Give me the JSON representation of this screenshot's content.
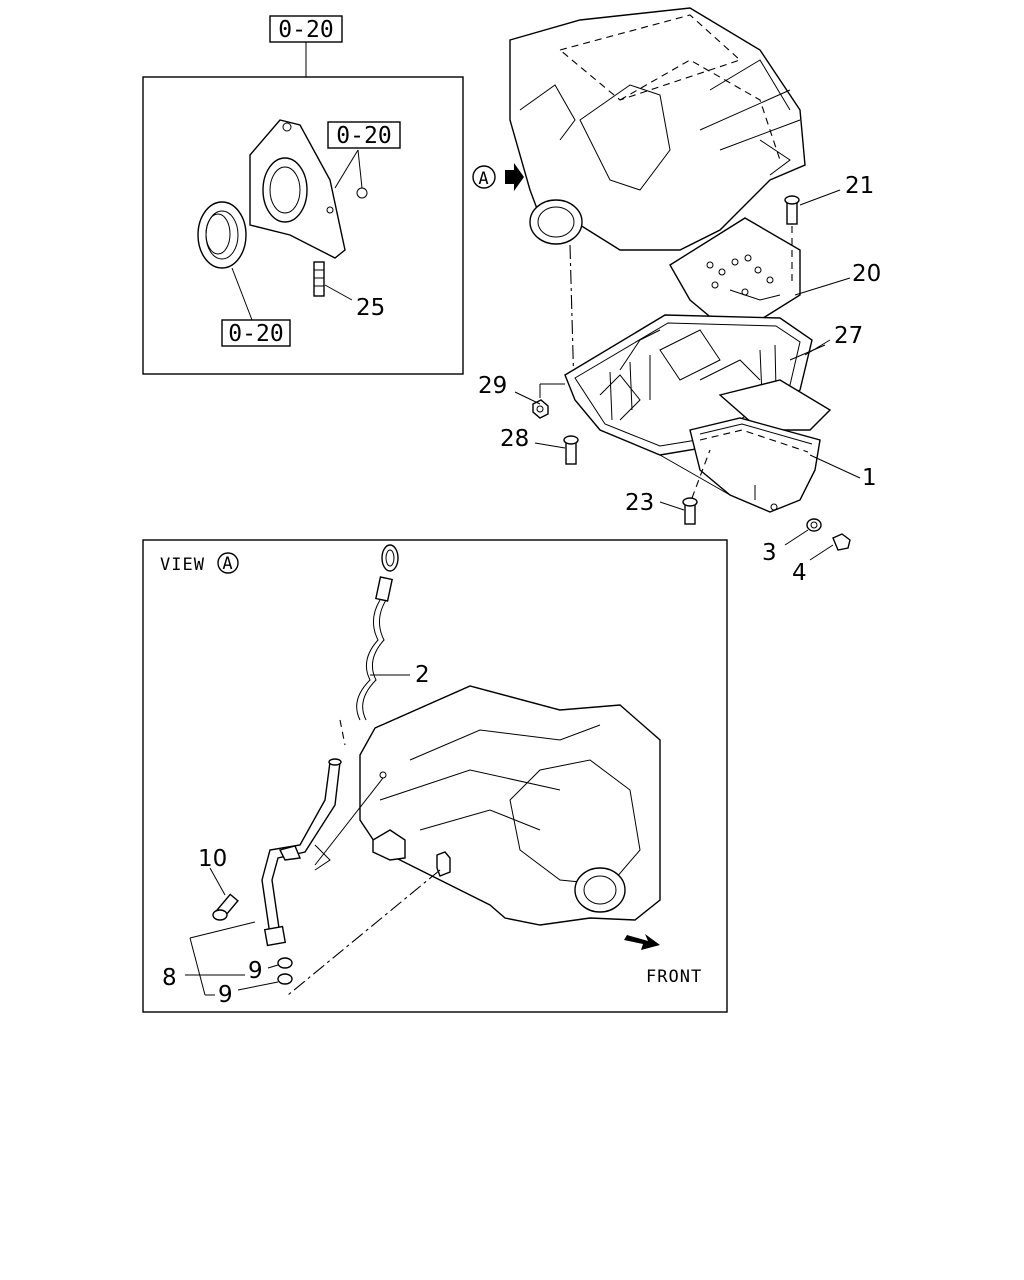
{
  "refs": {
    "top_box": "0-20",
    "inset_right": "0-20",
    "inset_bottom": "0-20"
  },
  "callouts": {
    "c21": "21",
    "c20": "20",
    "c27": "27",
    "c29": "29",
    "c28": "28",
    "c1": "1",
    "c23": "23",
    "c3": "3",
    "c4": "4",
    "c25": "25",
    "c2": "2",
    "c10": "10",
    "c8": "8",
    "c9a": "9",
    "c9b": "9"
  },
  "view_marker": "A",
  "view_label": "VIEW",
  "view_circle": "A",
  "front_label": "FRONT"
}
